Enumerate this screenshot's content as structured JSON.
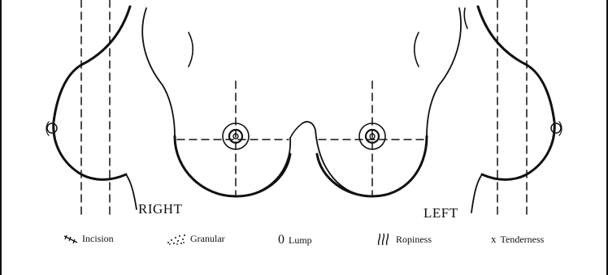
{
  "labels": {
    "right": "RIGHT",
    "left": "LEFT"
  },
  "legend": [
    {
      "symbol": "incision-symbol",
      "label": "Incision"
    },
    {
      "symbol": "granular-symbol",
      "label": "Granular"
    },
    {
      "symbol": "lump-symbol",
      "glyph": "0",
      "label": "Lump"
    },
    {
      "symbol": "ropiness-symbol",
      "label": "Ropiness"
    },
    {
      "symbol": "tenderness-symbol",
      "glyph": "x",
      "label": "Tenderness"
    }
  ],
  "colors": {
    "ink": "#111111",
    "paper": "#ffffff"
  }
}
